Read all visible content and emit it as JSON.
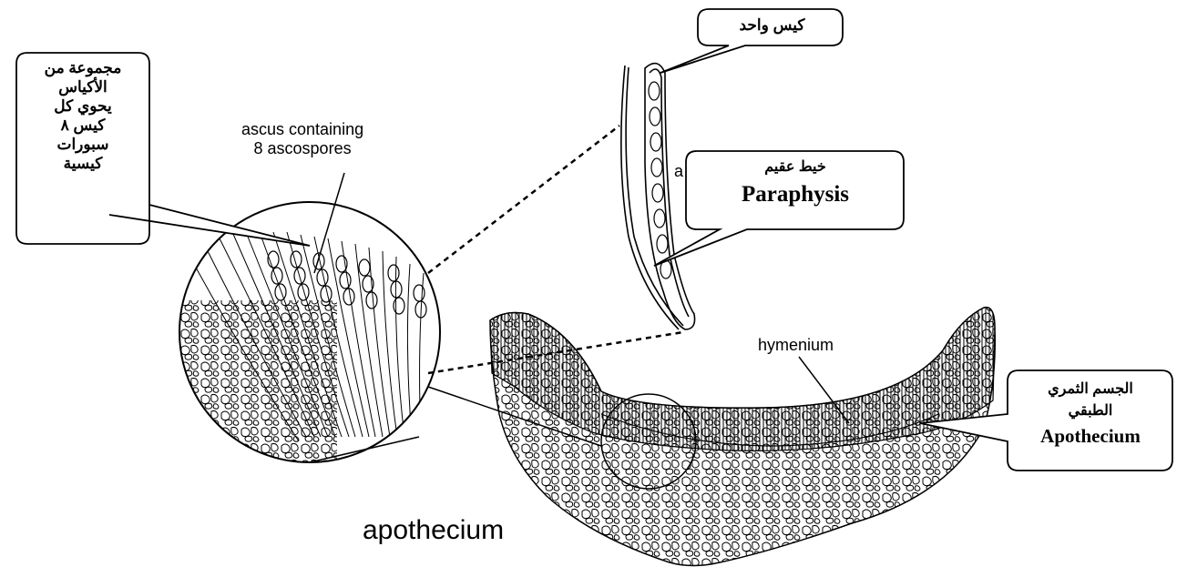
{
  "labels": {
    "ascus_line1": "ascus containing",
    "ascus_line2": "8 ascospores",
    "hymenium": "hymenium",
    "apothecium": "apothecium",
    "hidden_a": "a"
  },
  "callouts": {
    "single_sac": "كيس واحد",
    "asci_group": [
      "مجموعة من",
      "الأكياس",
      "يحوي كل",
      "كيس ٨",
      "سبورات",
      "كيسية"
    ],
    "paraphysis_ar": "خيط عقيم",
    "paraphysis_en": "Paraphysis",
    "apothecium_ar": [
      "الجسم الثمري",
      "الطبقي"
    ],
    "apothecium_en": "Apothecium"
  }
}
